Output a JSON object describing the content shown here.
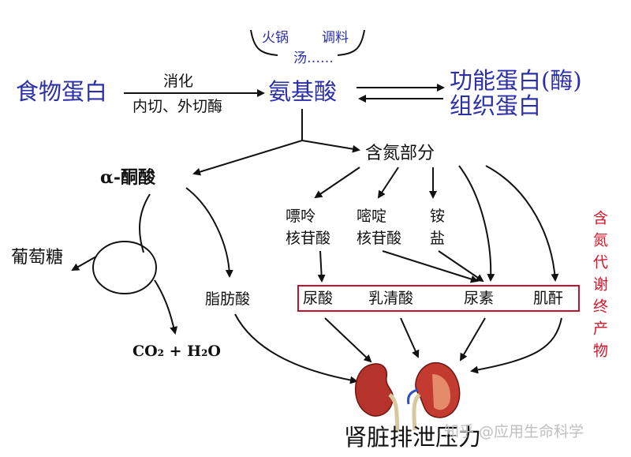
{
  "top_note": {
    "left": "火锅",
    "right": "调料",
    "bottom": "汤……"
  },
  "food_protein": "食物蛋白",
  "digestion": {
    "top": "消化",
    "bottom": "内切、外切酶"
  },
  "amino_acid": "氨基酸",
  "functional_protein": "功能蛋白(酶)",
  "tissue_protein": "组织蛋白",
  "nitrogen_part": "含氮部分",
  "alpha_keto_acid": "α-酮酸",
  "glucose": "葡萄糖",
  "fatty_acid": "脂肪酸",
  "purine_nucleotide": {
    "line1": "嘌呤",
    "line2": "核苷酸"
  },
  "pyrimidine_nucleotide": {
    "line1": "嘧啶",
    "line2": "核苷酸"
  },
  "ammonium_salt": {
    "line1": "铵",
    "line2": "盐"
  },
  "end_products": {
    "uric_acid": "尿酸",
    "lactic_acid": "乳清酸",
    "urea": "尿素",
    "creatinine": "肌酐"
  },
  "co2_h2o": "CO₂ + H₂O",
  "end_product_label": "含氮代谢终产物",
  "kidney_pressure": "肾脏排泄压力",
  "watermark": "知乎 @应用生命科学",
  "colors": {
    "blue_text": "#2b2fa8",
    "red_box": "#c8102e",
    "red_text": "#d8142a",
    "kidney": "#b5332b"
  },
  "icons": [
    "kidney-pair-icon"
  ]
}
